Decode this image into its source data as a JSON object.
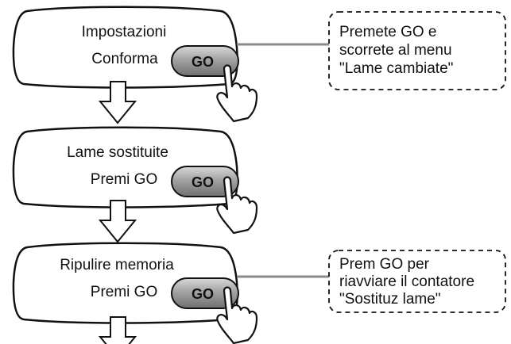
{
  "steps": [
    {
      "title": "Impostazioni",
      "action": "Conforma",
      "button": "GO"
    },
    {
      "title": "Lame sostituite",
      "action": "Premi GO",
      "button": "GO"
    },
    {
      "title": "Ripulire memoria",
      "action": "Premi GO",
      "button": "GO"
    }
  ],
  "callouts": [
    {
      "lines": [
        "Premete GO e",
        "scorrete al menu",
        "\"Lame cambiate\""
      ]
    },
    {
      "lines": [
        "Prem GO per",
        "riavviare il contatore",
        "\"Sostituz lame\""
      ]
    }
  ],
  "colors": {
    "stroke": "#111111",
    "button_fill": "#9a9a9a",
    "connector": "#8a8a8a"
  },
  "icons": {
    "hand": "pointing-hand-icon",
    "arrow": "arrow-down-icon"
  }
}
